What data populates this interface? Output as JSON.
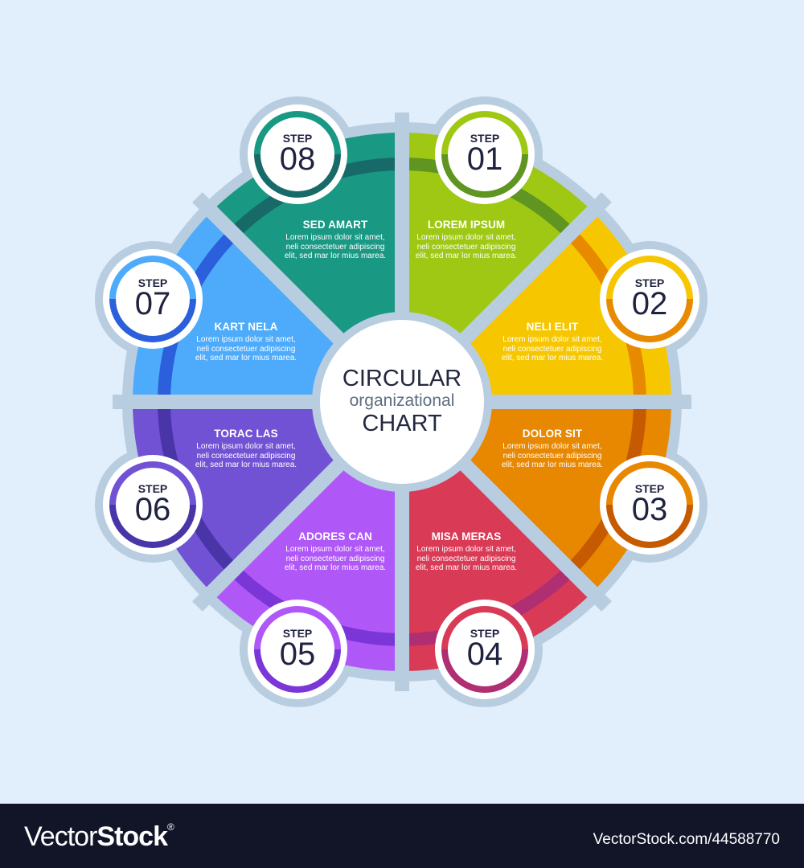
{
  "center": {
    "line1": "CIRCULAR",
    "line2": "organizational",
    "line3": "CHART"
  },
  "steps": [
    {
      "label": "STEP",
      "number": "01",
      "title": "LOREM IPSUM",
      "body": "Lorem ipsum dolor sit amet, neli consectetuer adipiscing elit, sed mar lor mius marea.",
      "color": "#9ec814",
      "dark": "#5f9520"
    },
    {
      "label": "STEP",
      "number": "02",
      "title": "NELI ELIT",
      "body": "Lorem ipsum dolor sit amet, neli consectetuer adipiscing elit, sed mar lor mius marea.",
      "color": "#f6c700",
      "dark": "#e88a00"
    },
    {
      "label": "STEP",
      "number": "03",
      "title": "DOLOR SIT",
      "body": "Lorem ipsum dolor sit amet, neli consectetuer adipiscing elit, sed mar lor mius marea.",
      "color": "#e88700",
      "dark": "#c55a00"
    },
    {
      "label": "STEP",
      "number": "04",
      "title": "MISA MERAS",
      "body": "Lorem ipsum dolor sit amet, neli consectetuer adipiscing elit, sed mar lor mius marea.",
      "color": "#d93a56",
      "dark": "#b02e72"
    },
    {
      "label": "STEP",
      "number": "05",
      "title": "ADORES CAN",
      "body": "Lorem ipsum dolor sit amet, neli consectetuer adipiscing elit, sed mar lor mius marea.",
      "color": "#b057f8",
      "dark": "#7a36d6"
    },
    {
      "label": "STEP",
      "number": "06",
      "title": "TORAC LAS",
      "body": "Lorem ipsum dolor sit amet, neli consectetuer adipiscing elit, sed mar lor mius marea.",
      "color": "#7152d4",
      "dark": "#4a35a8"
    },
    {
      "label": "STEP",
      "number": "07",
      "title": "KART NELA",
      "body": "Lorem ipsum dolor sit amet, neli consectetuer adipiscing elit, sed mar lor mius marea.",
      "color": "#4eabfb",
      "dark": "#2b5fdc"
    },
    {
      "label": "STEP",
      "number": "08",
      "title": "SED AMART",
      "body": "Lorem ipsum dolor sit amet, neli consectetuer adipiscing elit, sed mar lor mius marea.",
      "color": "#199884",
      "dark": "#176a67"
    }
  ],
  "colors": {
    "background": "#e0effb",
    "frame": "#b9cde0",
    "text_dark": "#1f2340",
    "footer_bg": "#121528"
  },
  "footer": {
    "brand_light": "Vector",
    "brand_bold": "Stock",
    "brand_mark": "®",
    "url": "VectorStock.com/44588770"
  }
}
